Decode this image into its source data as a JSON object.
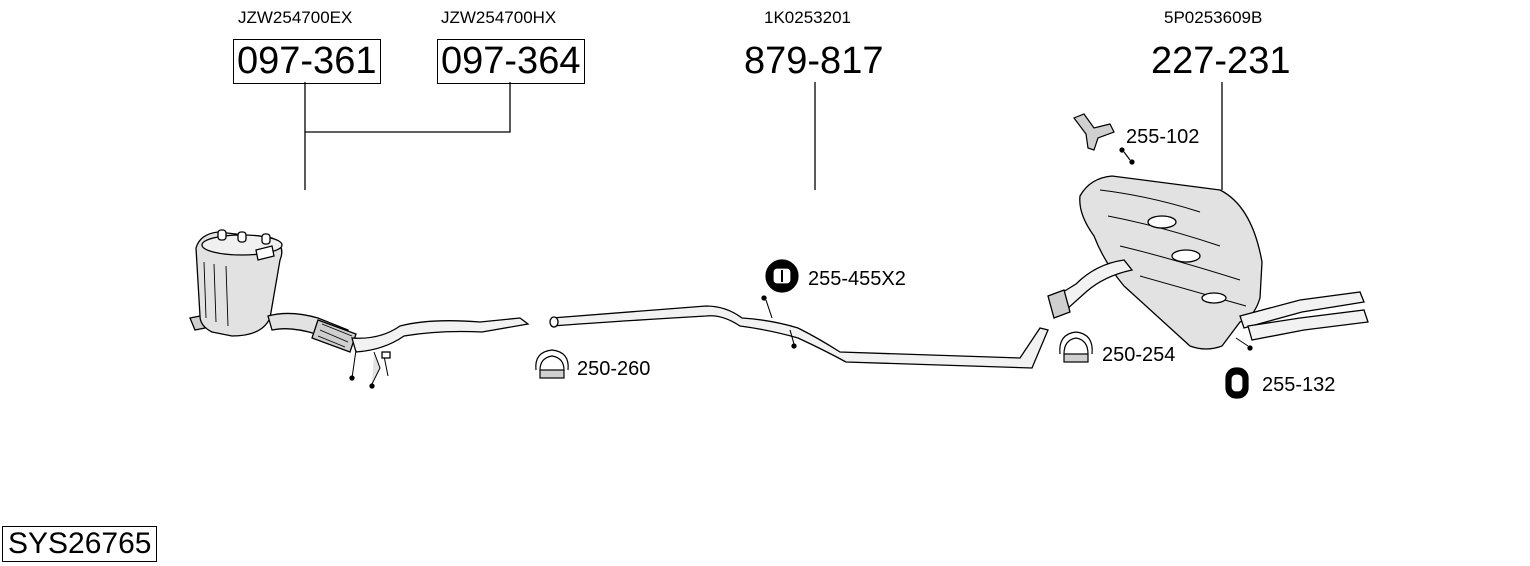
{
  "diagram": {
    "system_code": "SYS26765",
    "components": [
      {
        "oem": "JZW254700EX",
        "part": "097-361"
      },
      {
        "oem": "JZW254700HX",
        "part": "097-364"
      },
      {
        "oem": "1K0253201",
        "part": "879-817"
      },
      {
        "oem": "5P0253609B",
        "part": "227-231"
      }
    ],
    "accessories": [
      {
        "part": "255-102",
        "icon": "bracket-icon"
      },
      {
        "part": "255-455X2",
        "icon": "rubber-hanger-icon"
      },
      {
        "part": "250-260",
        "icon": "clamp-icon"
      },
      {
        "part": "250-254",
        "icon": "clamp-icon"
      },
      {
        "part": "255-132",
        "icon": "rubber-mount-icon"
      }
    ]
  }
}
